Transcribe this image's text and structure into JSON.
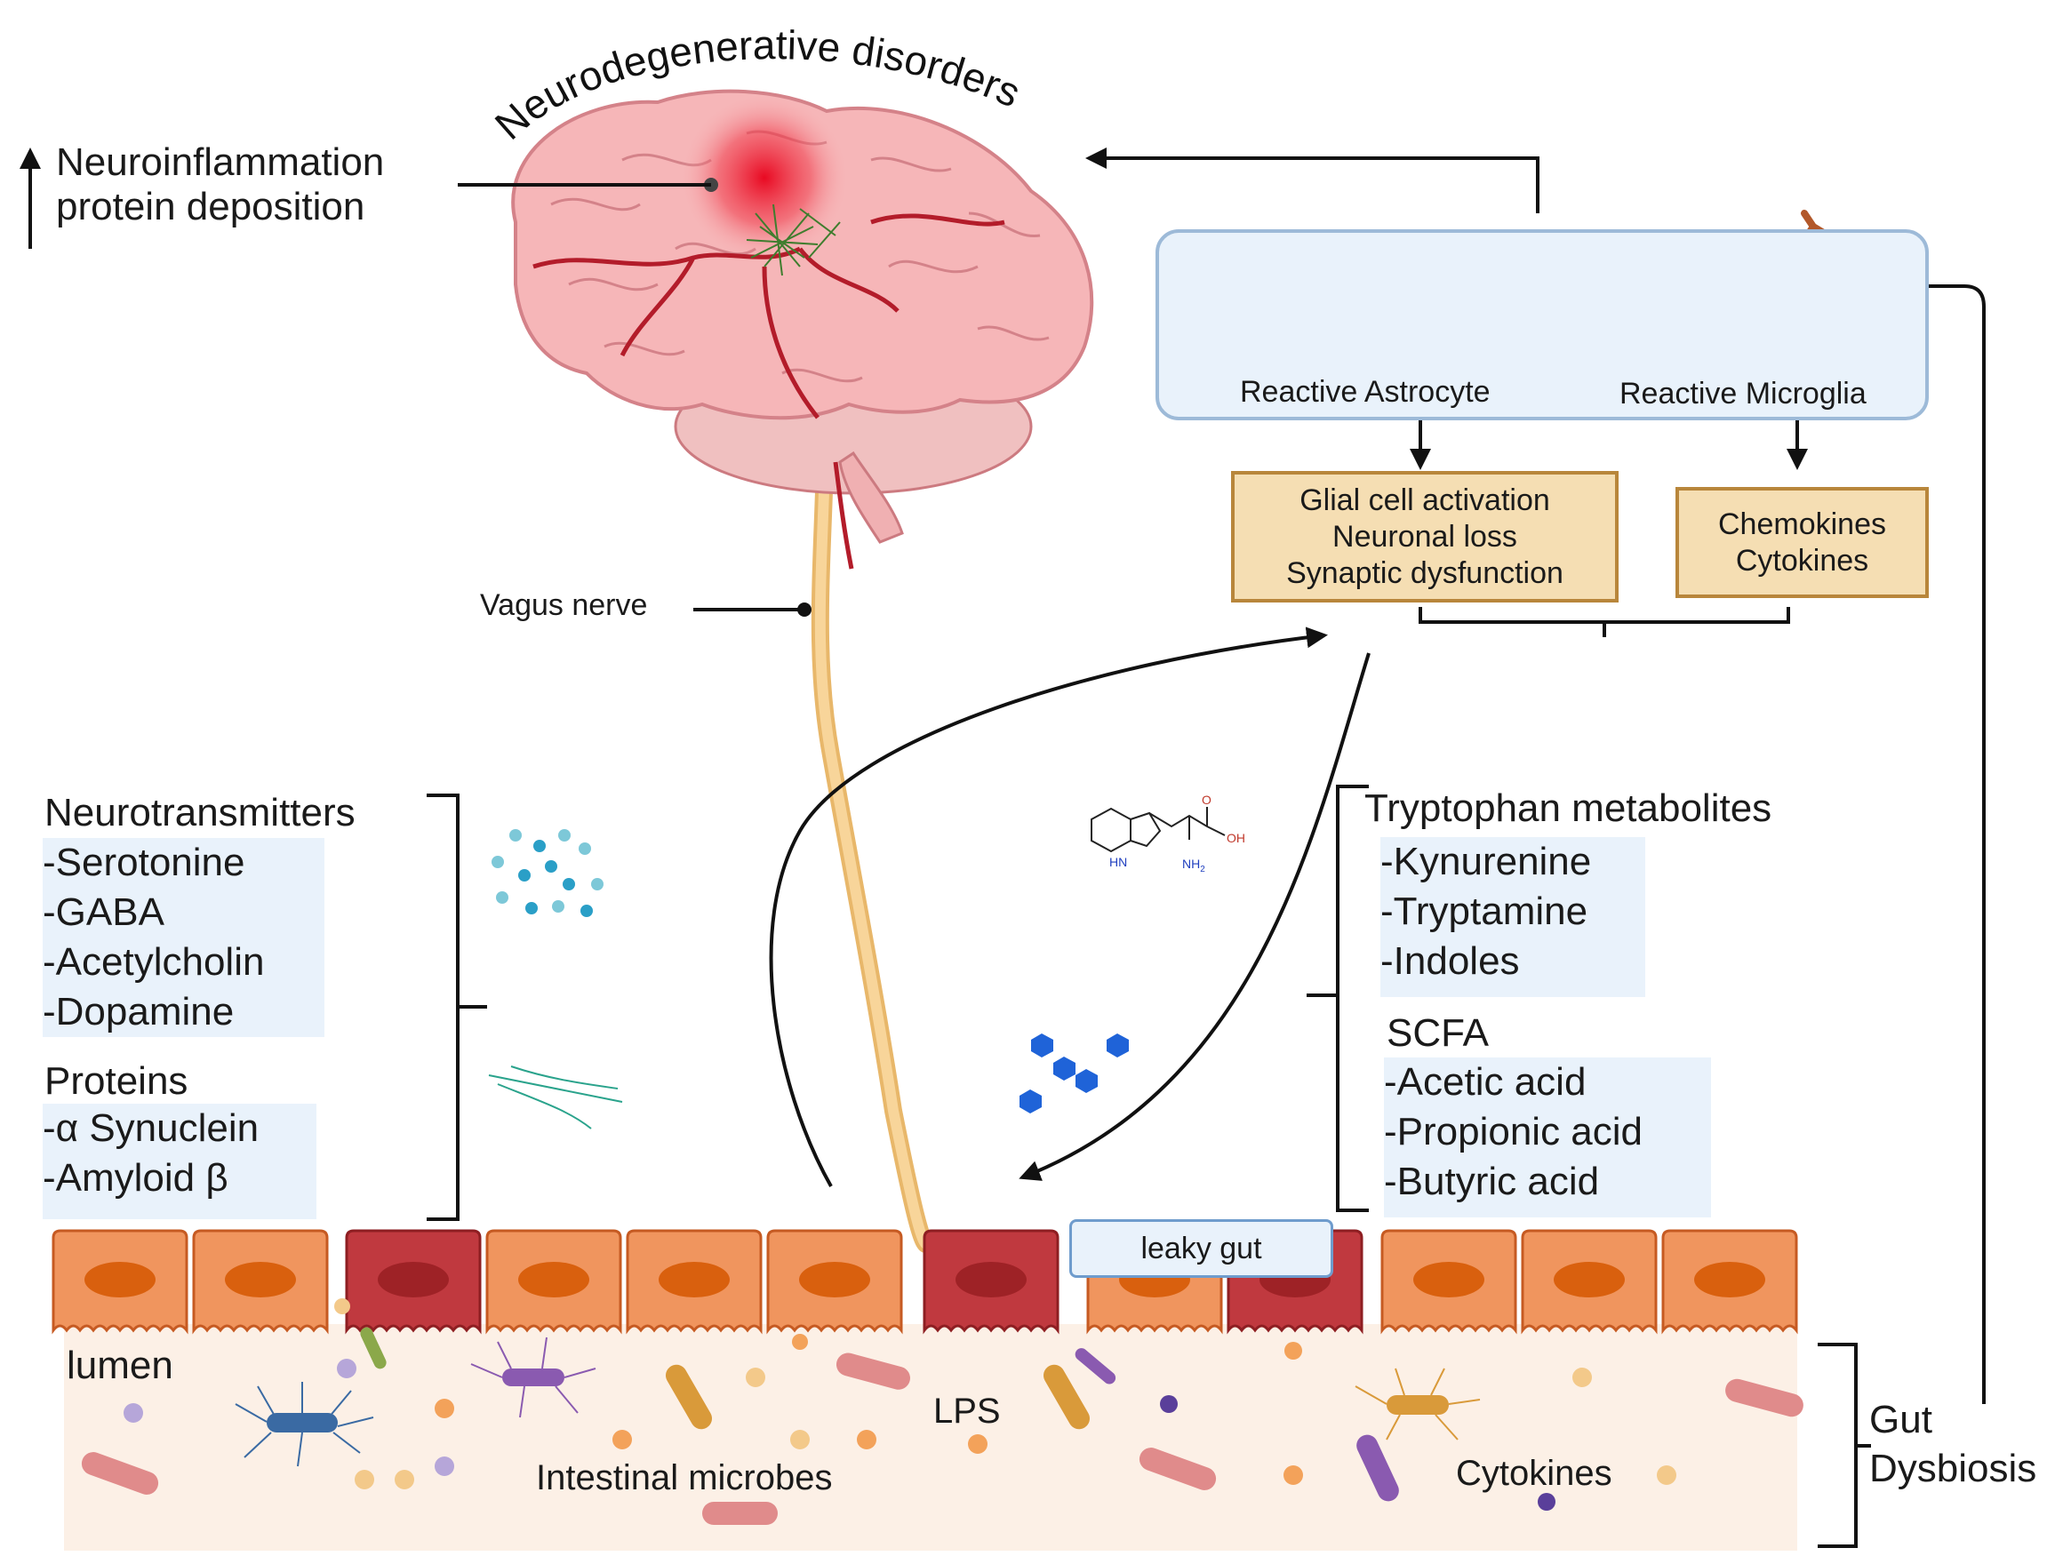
{
  "brain": {
    "arc_title": "Neurodegenerative disorders",
    "effect_line1": "Neuroinflammation",
    "effect_line2": "protein deposition",
    "vagus_label": "Vagus nerve"
  },
  "glia": {
    "astrocyte_label": "Reactive Astrocyte",
    "microglia_label": "Reactive Microglia",
    "outcomes_box": [
      "Glial cell activation",
      "Neuronal loss",
      "Synaptic dysfunction"
    ],
    "mediators_box": [
      "Chemokines",
      "Cytokines"
    ]
  },
  "left_panel": {
    "neurotransmitters_heading": "Neurotransmitters",
    "neurotransmitters": [
      "-Serotonine",
      "-GABA",
      "-Acetylcholin",
      "-Dopamine"
    ],
    "proteins_heading": "Proteins",
    "proteins": [
      "-α Synuclein",
      "-Amyloid β"
    ]
  },
  "right_panel": {
    "tryptophan_heading": "Tryptophan metabolites",
    "tryptophan": [
      "-Kynurenine",
      "-Tryptamine",
      "-Indoles"
    ],
    "scfa_heading": "SCFA",
    "scfa": [
      "-Acetic acid",
      "-Propionic acid",
      "-Butyric acid"
    ]
  },
  "molecule": {
    "oh": "OH",
    "o": "O",
    "hn": "HN",
    "nh2": "NH2"
  },
  "gut": {
    "leaky_label": "leaky gut",
    "lumen_label": "lumen",
    "lps_label": "LPS",
    "microbes_label": "Intestinal microbes",
    "cytokines_label": "Cytokines",
    "dysbiosis_line1": "Gut",
    "dysbiosis_line2": "Dysbiosis"
  },
  "colors": {
    "cell_normal": "#f0955e",
    "cell_damaged": "#c0393f",
    "nucleus_normal": "#d9600e",
    "nucleus_damaged": "#9e2226",
    "lumen_bg": "#fcf0e6",
    "glial_box_bg": "#e9f2fb",
    "tan_box": "#f5deb3",
    "brain_pink": "#f6b6b8",
    "vagus": "#f8d59a"
  }
}
